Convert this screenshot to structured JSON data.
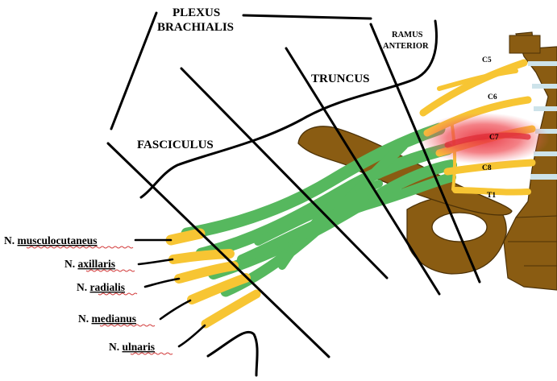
{
  "diagram": {
    "regions": {
      "plexus_line1": "PLEXUS",
      "plexus_line2": "BRACHIALIS",
      "ramus_line1": "RAMUS",
      "ramus_line2": "ANTERIOR",
      "truncus": "TRUNCUS",
      "fasciculus": "FASCICULUS"
    },
    "roots": [
      "C5",
      "C6",
      "C7",
      "C8",
      "T1"
    ],
    "nerves": [
      {
        "prefix": "N. ",
        "name": "musculocutaneus"
      },
      {
        "prefix": "N. ",
        "name": "axillaris"
      },
      {
        "prefix": "N. ",
        "name": "radialis"
      },
      {
        "prefix": "N. ",
        "name": "medianus"
      },
      {
        "prefix": "N. ",
        "name": "ulnaris"
      }
    ],
    "colors": {
      "nerve_root": "#f7c533",
      "nerve_cord": "#56b85e",
      "bone": "#8a5c12",
      "disc": "#cde3ea",
      "highlight": "#e8343f"
    }
  }
}
